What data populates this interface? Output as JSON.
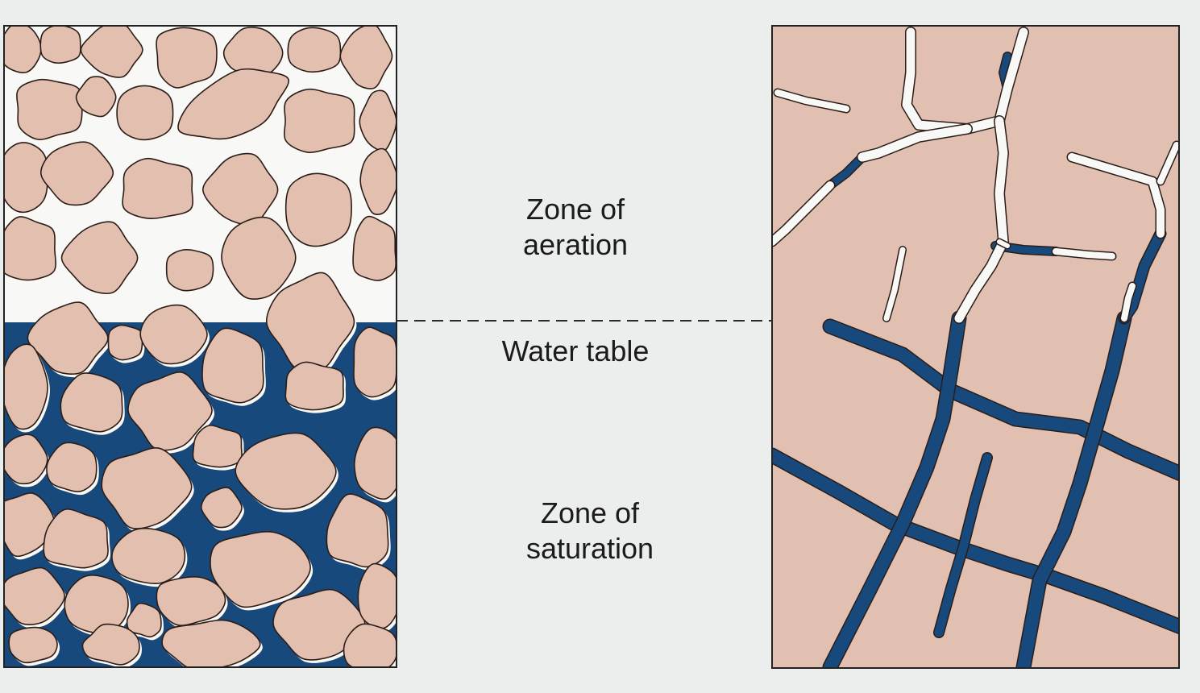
{
  "colors": {
    "background": "#eceeee",
    "grain": "#e3bfb0",
    "grain_edge": "#2a1d18",
    "groundwater": "#17497d",
    "air_pore": "#f8f8f6",
    "rock": "#e2c0b1",
    "water_table_line": "#2b2b2b"
  },
  "labels": {
    "zone_aeration_line1": "Zone of",
    "zone_aeration_line2": "aeration",
    "water_table": "Water table",
    "zone_saturation_line1": "Zone of",
    "zone_saturation_line2": "saturation"
  },
  "panels": {
    "left": "granular sediment with pore spaces",
    "right": "fractured rock"
  }
}
